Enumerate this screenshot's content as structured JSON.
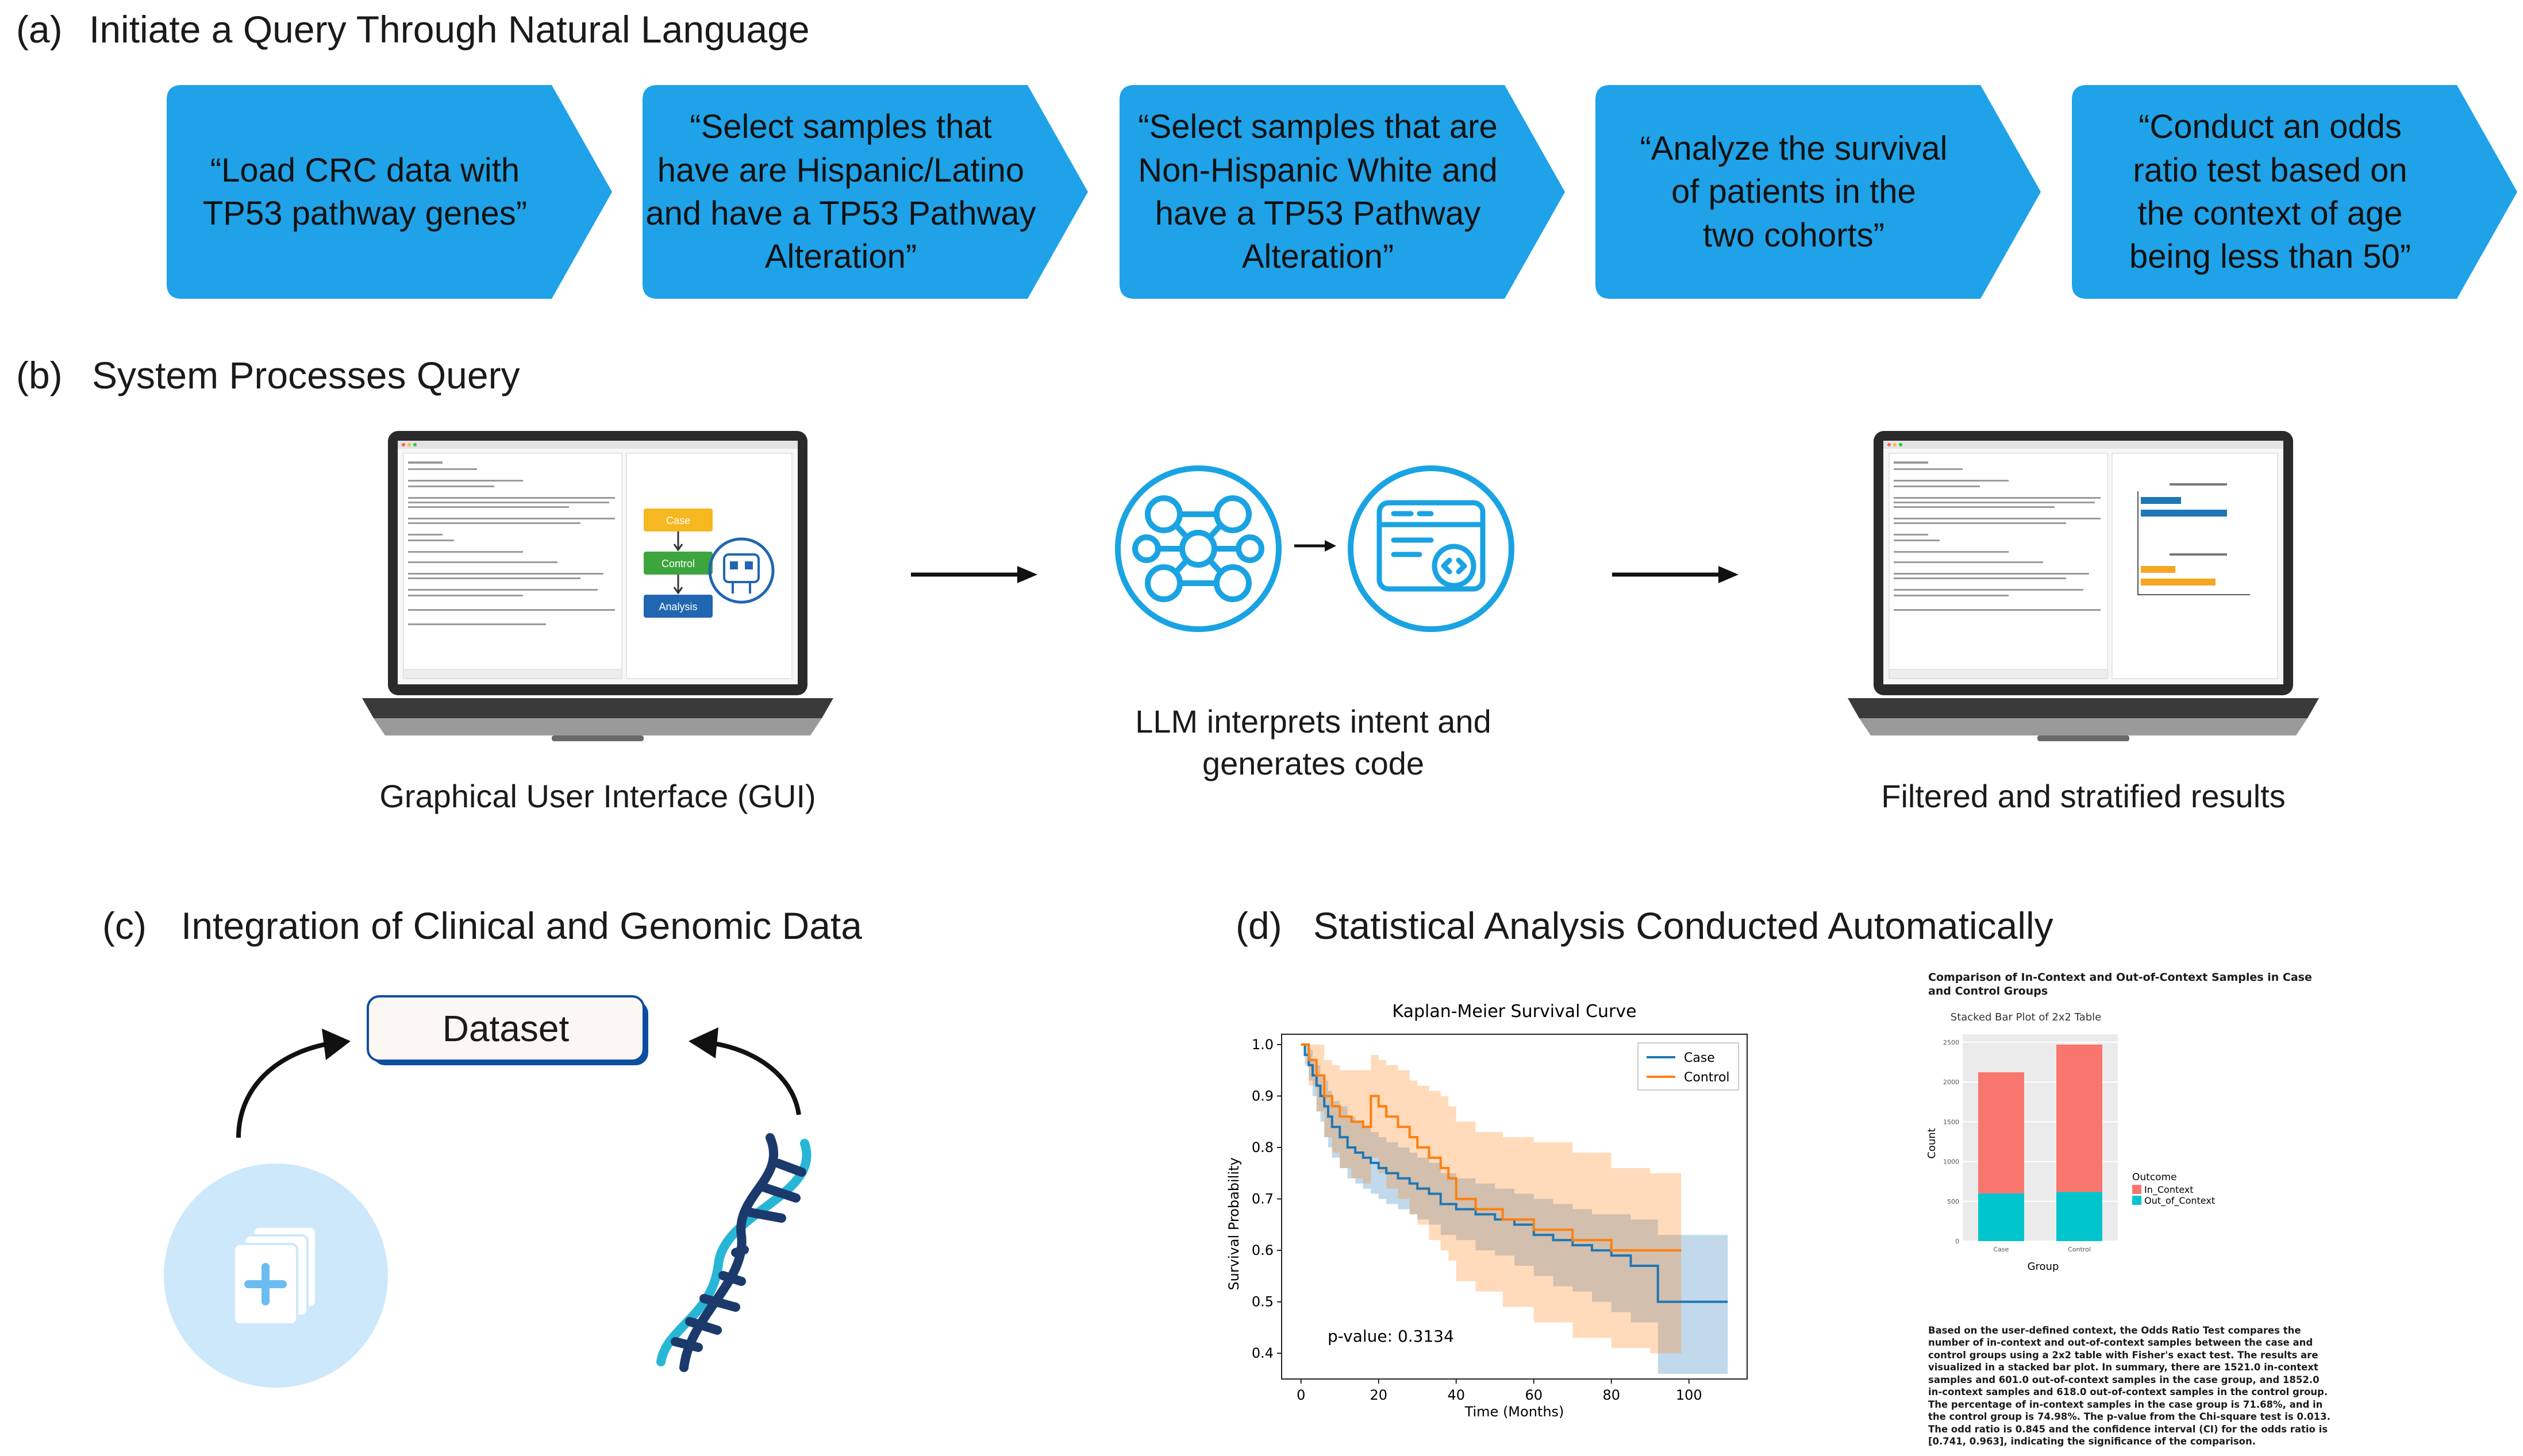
{
  "panel_a": {
    "label": "(a)",
    "title": "Initiate a Query Through Natural Language",
    "queries": [
      "“Load CRC data with\nTP53 pathway genes”",
      "“Select samples that\nhave are Hispanic/Latino\nand have a TP53 Pathway\nAlteration”",
      "“Select samples that are\nNon-Hispanic White and\nhave a TP53 Pathway\nAlteration”",
      "“Analyze the survival\nof patients in the\ntwo cohorts”",
      "“Conduct an odds\nratio test based on\nthe context of age\nbeing less than 50”"
    ]
  },
  "panel_b": {
    "label": "(b)",
    "title": "System Processes Query",
    "gui_caption": "Graphical User Interface (GUI)",
    "llm_caption": "LLM interprets intent and\ngenerates code",
    "results_caption": "Filtered and stratified results",
    "flow_boxes": [
      "Case",
      "Control",
      "Analysis"
    ]
  },
  "panel_c": {
    "label": "(c)",
    "title": "Integration of Clinical and Genomic Data",
    "dataset_label": "Dataset"
  },
  "panel_d": {
    "label": "(d)",
    "title": "Statistical Analysis Conducted Automatically",
    "pvalue_text": "p-value: 0.3134",
    "bar_chart_title": "Comparison of In-Context and Out-of-Context Samples in Case and Control Groups",
    "bar_chart_subtitle": "Stacked Bar Plot of 2x2 Table",
    "bar_chart_xlabel": "Group",
    "bar_chart_ylabel": "Count",
    "legend_title": "Outcome",
    "summary_text": "Based on the user-defined context, the Odds Ratio Test compares the number of in-context and out-of-context samples between the case and control groups using a 2x2 table with Fisher's exact test. The results are visualized in a stacked bar plot. In summary, there are 1521.0 in-context samples and 601.0 out-of-context samples in the case group, and 1852.0 in-context samples and 618.0 out-of-context samples in the control group. The percentage of in-context samples in the case group is 71.68%, and in the control group is 74.98%. The p-value from the Chi-square test is 0.013. The odd ratio is 0.845 and the confidence interval (CI) for the odds ratio is [0.741, 0.963], indicating the significance of the comparison."
  },
  "colors": {
    "chevron_blue": "#1fa2e8",
    "icon_blue": "#1aa3e3",
    "km_case": "#1f77b4",
    "km_control": "#ff7f0e",
    "bar_in_context": "#f8766d",
    "bar_out_context": "#00c5cd",
    "dna_dark": "#1b3a6b",
    "dna_light": "#27b6d6",
    "clinical_circle": "#cde8fa"
  },
  "chart_data": [
    {
      "type": "line",
      "title": "Kaplan-Meier Survival Curve",
      "xlabel": "Time (Months)",
      "ylabel": "Survival Probability",
      "xlim": [
        -5,
        115
      ],
      "ylim": [
        0.35,
        1.02
      ],
      "xticks": [
        0,
        20,
        40,
        60,
        80,
        100
      ],
      "yticks": [
        0.4,
        0.5,
        0.6,
        0.7,
        0.8,
        0.9,
        1.0
      ],
      "legend": "top-right",
      "series": [
        {
          "name": "Case",
          "x": [
            0,
            1,
            2,
            3,
            4,
            5,
            6,
            7,
            8,
            10,
            12,
            14,
            16,
            18,
            20,
            22,
            25,
            28,
            30,
            33,
            36,
            40,
            45,
            50,
            55,
            60,
            65,
            70,
            75,
            80,
            85,
            92,
            100,
            110
          ],
          "y": [
            1.0,
            0.98,
            0.96,
            0.94,
            0.92,
            0.9,
            0.88,
            0.86,
            0.84,
            0.82,
            0.8,
            0.79,
            0.78,
            0.77,
            0.76,
            0.75,
            0.74,
            0.73,
            0.72,
            0.71,
            0.69,
            0.68,
            0.67,
            0.66,
            0.65,
            0.63,
            0.62,
            0.61,
            0.6,
            0.59,
            0.57,
            0.5,
            0.5,
            0.5
          ],
          "ci_lower": [
            1.0,
            0.96,
            0.93,
            0.9,
            0.87,
            0.85,
            0.82,
            0.8,
            0.78,
            0.76,
            0.74,
            0.73,
            0.72,
            0.71,
            0.7,
            0.69,
            0.68,
            0.67,
            0.66,
            0.65,
            0.63,
            0.62,
            0.6,
            0.59,
            0.57,
            0.55,
            0.53,
            0.52,
            0.5,
            0.48,
            0.46,
            0.36,
            0.36,
            0.36
          ],
          "ci_upper": [
            1.0,
            1.0,
            0.99,
            0.97,
            0.96,
            0.94,
            0.93,
            0.91,
            0.89,
            0.88,
            0.86,
            0.85,
            0.84,
            0.83,
            0.82,
            0.81,
            0.8,
            0.79,
            0.78,
            0.77,
            0.75,
            0.74,
            0.73,
            0.72,
            0.71,
            0.7,
            0.69,
            0.68,
            0.67,
            0.67,
            0.66,
            0.63,
            0.63,
            0.63
          ]
        },
        {
          "name": "Control",
          "x": [
            0,
            2,
            4,
            6,
            8,
            10,
            13,
            16,
            18,
            20,
            22,
            25,
            28,
            30,
            33,
            36,
            38,
            40,
            45,
            52,
            60,
            70,
            80,
            90,
            98
          ],
          "y": [
            1.0,
            0.97,
            0.94,
            0.9,
            0.88,
            0.86,
            0.85,
            0.84,
            0.9,
            0.88,
            0.86,
            0.84,
            0.82,
            0.8,
            0.78,
            0.76,
            0.74,
            0.7,
            0.68,
            0.66,
            0.64,
            0.62,
            0.6,
            0.6,
            0.6
          ],
          "ci_lower": [
            1.0,
            0.92,
            0.87,
            0.82,
            0.79,
            0.76,
            0.74,
            0.73,
            0.78,
            0.75,
            0.72,
            0.7,
            0.67,
            0.65,
            0.62,
            0.6,
            0.58,
            0.54,
            0.52,
            0.49,
            0.46,
            0.43,
            0.41,
            0.4,
            0.4
          ],
          "ci_upper": [
            1.0,
            1.0,
            1.0,
            0.97,
            0.96,
            0.95,
            0.95,
            0.95,
            0.98,
            0.97,
            0.96,
            0.95,
            0.93,
            0.92,
            0.91,
            0.9,
            0.88,
            0.85,
            0.83,
            0.82,
            0.81,
            0.79,
            0.76,
            0.75,
            0.75
          ]
        }
      ]
    },
    {
      "type": "bar",
      "title": "Stacked Bar Plot of 2x2 Table",
      "xlabel": "Group",
      "ylabel": "Count",
      "categories": [
        "Case",
        "Control"
      ],
      "ylim": [
        0,
        2600
      ],
      "yticks": [
        0,
        500,
        1000,
        1500,
        2000,
        2500
      ],
      "legend": "right",
      "series": [
        {
          "name": "In_Context",
          "values": [
            1521,
            1852
          ]
        },
        {
          "name": "Out_of_Context",
          "values": [
            601,
            618
          ]
        }
      ]
    }
  ]
}
